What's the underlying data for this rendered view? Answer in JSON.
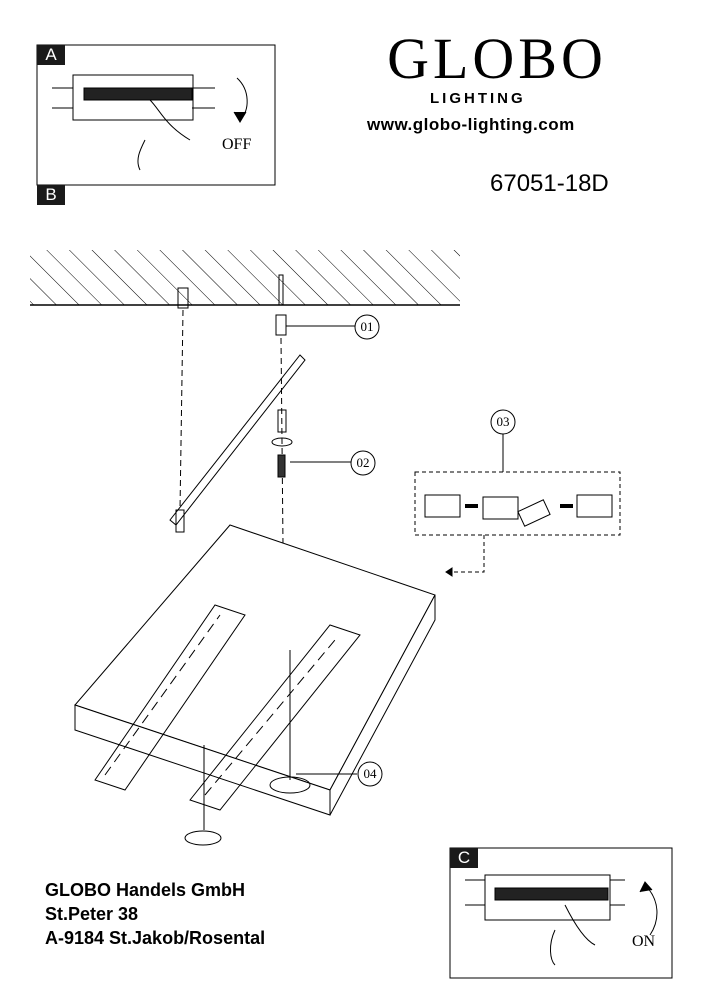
{
  "brand": {
    "name": "GLOBO",
    "subtitle": "LIGHTING",
    "website": "www.globo-lighting.com"
  },
  "model_number": "67051-18D",
  "steps": {
    "a": "A",
    "b": "B",
    "c": "C",
    "off_label": "OFF",
    "on_label": "ON"
  },
  "parts": [
    "01",
    "02",
    "03",
    "04"
  ],
  "address": [
    "GLOBO Handels GmbH",
    "St.Peter 38",
    "A-9184 St.Jakob/Rosental"
  ]
}
